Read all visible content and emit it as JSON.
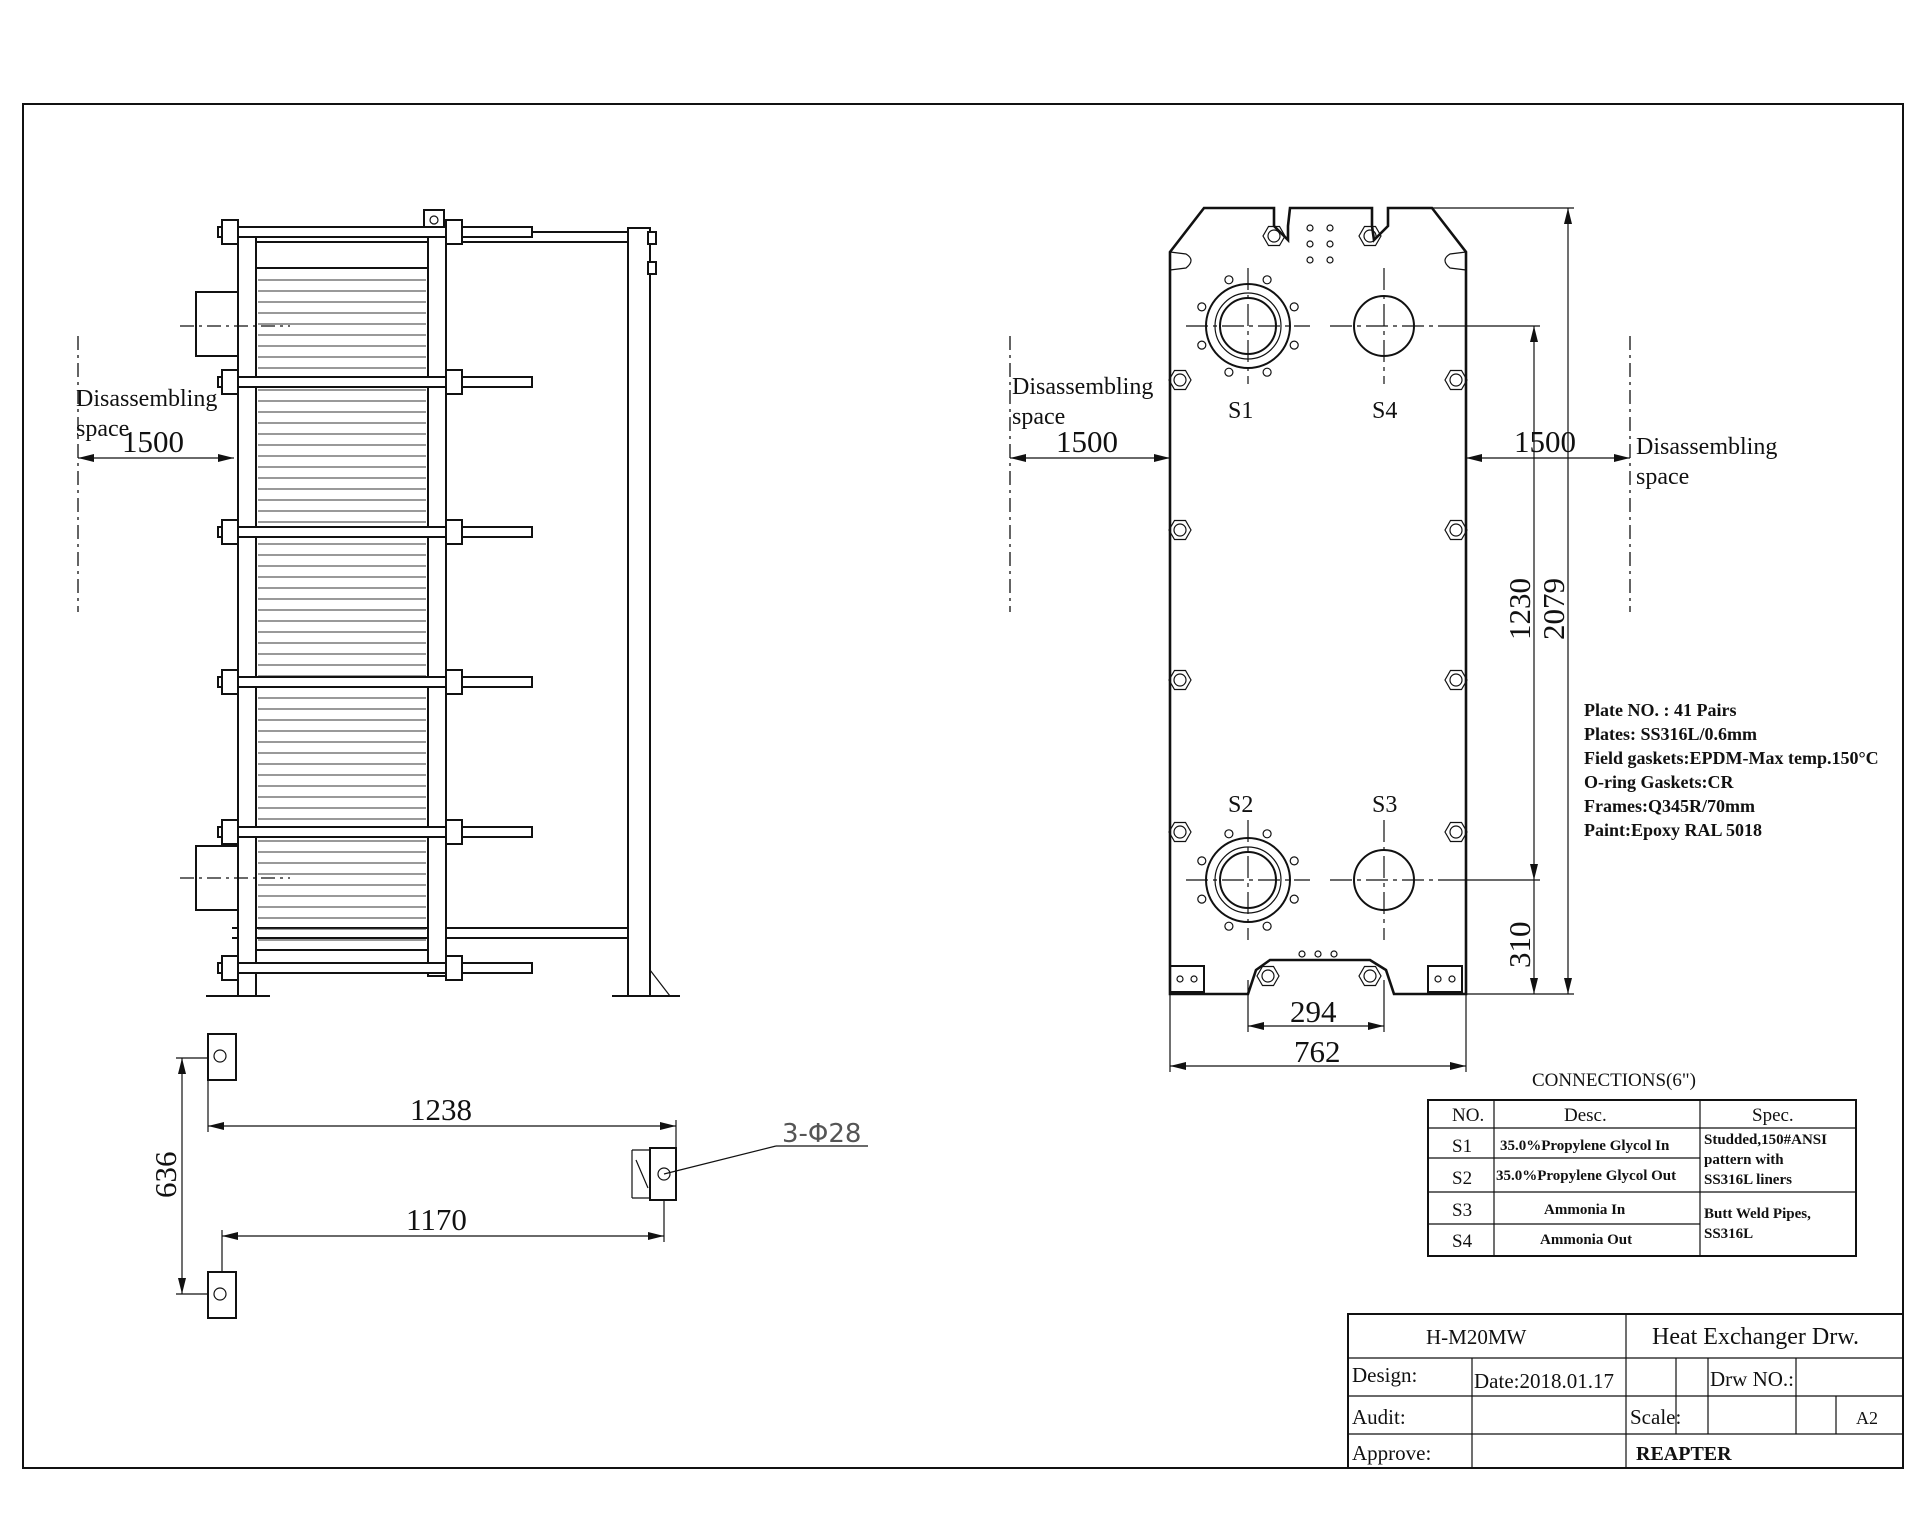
{
  "side_view": {
    "disassembling_label_line1": "Disassembling",
    "disassembling_label_line2": "space",
    "disassembling_dim": "1500"
  },
  "foot_plan": {
    "dim_top": "1238",
    "dim_bottom": "1170",
    "dim_vertical": "636",
    "hole_callout": "3-Φ28"
  },
  "front_view": {
    "ports": [
      "S1",
      "S4",
      "S2",
      "S3"
    ],
    "left_label_line1": "Disassembling",
    "left_label_line2": "space",
    "left_dim": "1500",
    "right_label_line1": "Disassembling",
    "right_label_line2": "space",
    "right_dim": "1500",
    "dim_port_spacing": "1230",
    "dim_total_height": "2079",
    "dim_bottom_port": "310",
    "dim_port_horizontal": "294",
    "dim_width": "762"
  },
  "specs": [
    "Plate NO. : 41 Pairs",
    "Plates: SS316L/0.6mm",
    "Field gaskets:EPDM-Max temp.150°C",
    "O-ring Gaskets:CR",
    "Frames:Q345R/70mm",
    "Paint:Epoxy RAL 5018"
  ],
  "connections": {
    "title": "CONNECTIONS(6\")",
    "headers": [
      "NO.",
      "Desc.",
      "Spec."
    ],
    "rows": [
      {
        "no": "S1",
        "desc": "35.0%Propylene Glycol In"
      },
      {
        "no": "S2",
        "desc": "35.0%Propylene Glycol Out"
      },
      {
        "no": "S3",
        "desc": "Ammonia In"
      },
      {
        "no": "S4",
        "desc": "Ammonia Out"
      }
    ],
    "spec_group1": [
      "Studded,150#ANSI",
      "pattern with",
      "SS316L liners"
    ],
    "spec_group2": [
      "Butt Weld Pipes,",
      "SS316L"
    ]
  },
  "title_block": {
    "model": "H-M20MW",
    "title": "Heat Exchanger Drw.",
    "design_label": "Design:",
    "date": "Date:2018.01.17",
    "drw_no_label": "Drw NO.:",
    "audit_label": "Audit:",
    "scale_label": "Scale:",
    "size": "A2",
    "approve_label": "Approve:",
    "company": "REAPTER"
  }
}
